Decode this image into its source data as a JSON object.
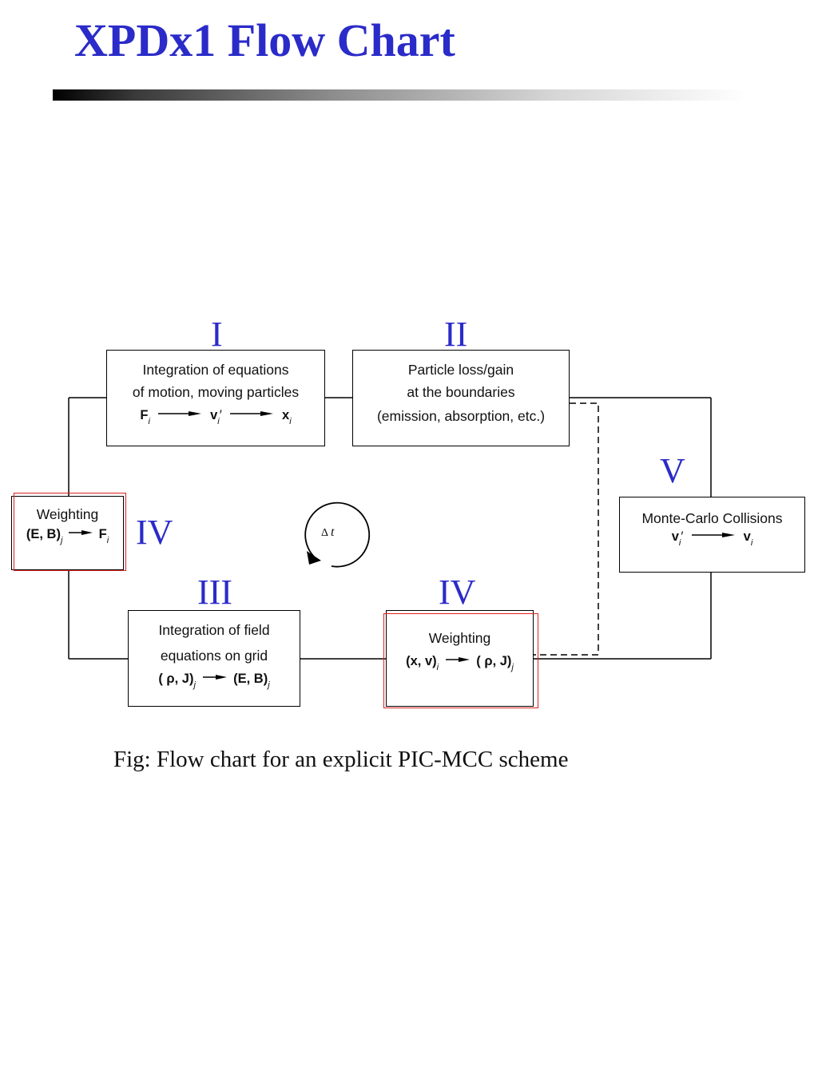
{
  "title": "XPDx1 Flow Chart",
  "labels": {
    "I": "I",
    "II": "II",
    "III": "III",
    "IV_left": "IV",
    "IV_bottom": "IV",
    "V": "V"
  },
  "boxes": {
    "motion": {
      "line1": "Integration of equations",
      "line2": "of motion, moving particles",
      "f": "F",
      "f_sub": "i",
      "v": "v",
      "v_sub": "i",
      "v_prime": "′",
      "x": "x",
      "x_sub": "i"
    },
    "boundary": {
      "line1": "Particle loss/gain",
      "line2": "at the boundaries",
      "line3": "(emission, absorption, etc.)"
    },
    "mcc": {
      "line1": "Monte-Carlo Collisions",
      "v1": "v",
      "v1_sub": "i",
      "v1_prime": "′",
      "v2": "v",
      "v2_sub": "i"
    },
    "weight_left": {
      "line1": "Weighting",
      "lhs": "(E, B)",
      "lhs_sub": "j",
      "rhs": "F",
      "rhs_sub": "i"
    },
    "field": {
      "line1": "Integration of field",
      "line2": "equations on grid",
      "lhs": "( ρ, J)",
      "lhs_sub": "j",
      "rhs": "(E, B)",
      "rhs_sub": "j"
    },
    "weight_bottom": {
      "line1": "Weighting",
      "lhs": "(x, v)",
      "lhs_sub": "i",
      "rhs": "( ρ, J)",
      "rhs_sub": "j"
    }
  },
  "timestep": {
    "delta": "Δ",
    "t": "t"
  },
  "caption": "Fig: Flow chart for an explicit PIC-MCC scheme",
  "colors": {
    "title": "#2b2bc9",
    "roman": "#2b2bc9",
    "highlight": "#e02020"
  }
}
